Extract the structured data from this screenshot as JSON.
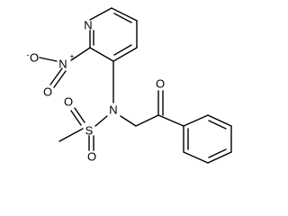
{
  "molecule": {
    "atoms": {
      "pyridine_n": "N",
      "nitro_n": "N",
      "nitro_n_charge": "+",
      "nitro_o_minus": "O",
      "nitro_o_minus_charge": "-",
      "nitro_o_double": "O",
      "sulfonamide_n": "N",
      "sulfur": "S",
      "sulfonyl_o_left": "O",
      "sulfonyl_o_bottom": "O",
      "ketone_o": "O"
    }
  }
}
